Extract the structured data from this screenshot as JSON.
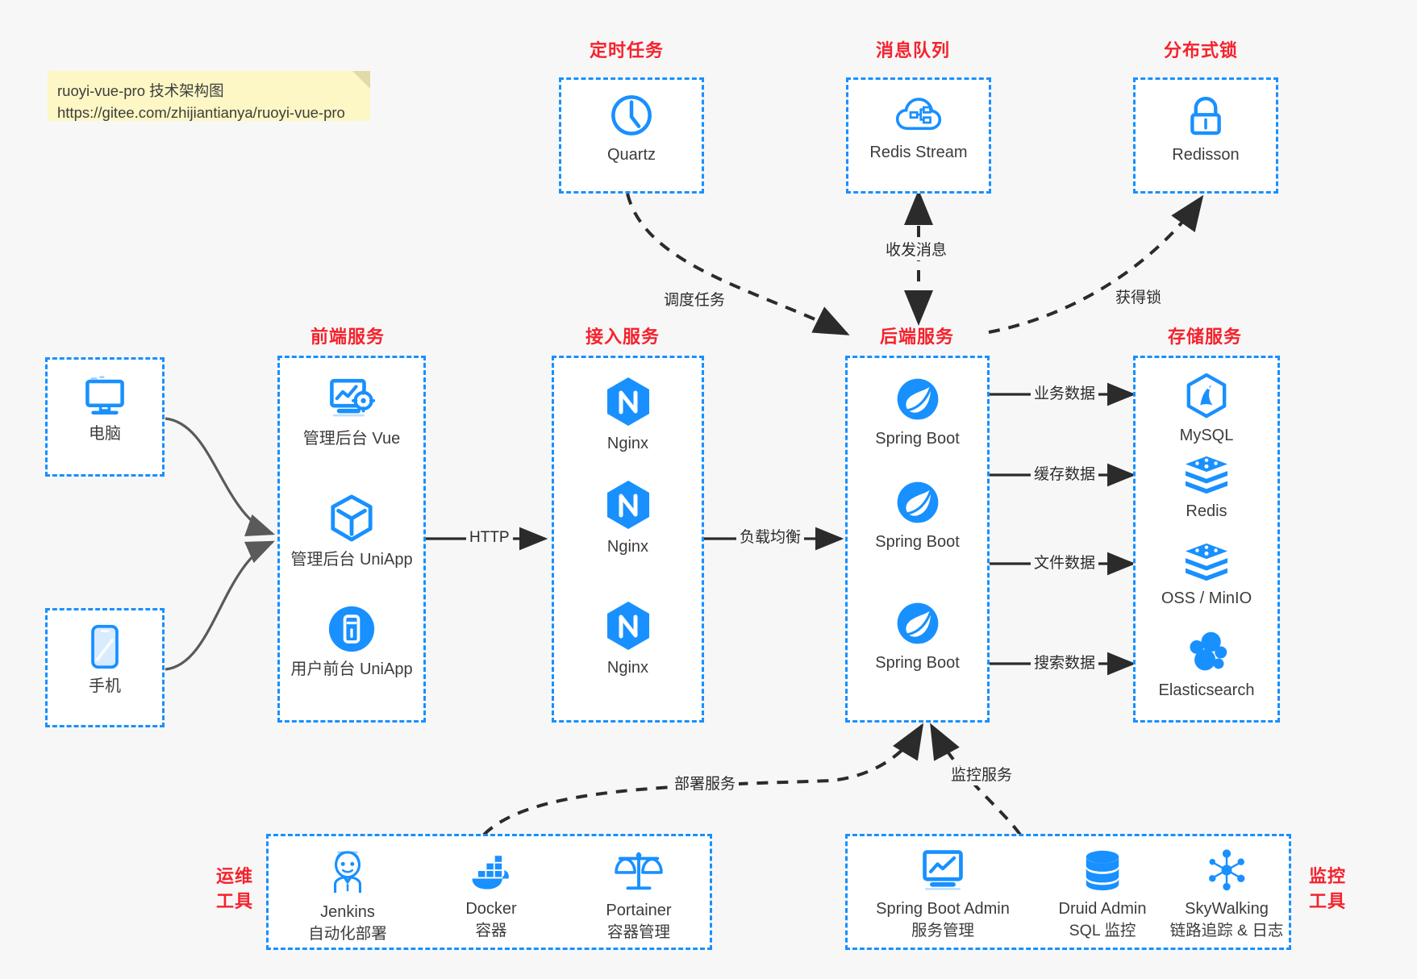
{
  "note": {
    "line1": "ruoyi-vue-pro 技术架构图",
    "line2": "https://gitee.com/zhijiantianya/ruoyi-vue-pro"
  },
  "colors": {
    "accent": "#1890ff",
    "title": "#f5222d",
    "note_bg": "#fcf7c4",
    "canvas_bg": "#f7f7f7",
    "edge": "#3c3c3c",
    "text": "#3c3c3c"
  },
  "groups": {
    "scheduler": {
      "title": "定时任务",
      "items": [
        {
          "label": "Quartz",
          "icon": "clock-icon"
        }
      ]
    },
    "mq": {
      "title": "消息队列",
      "items": [
        {
          "label": "Redis Stream",
          "icon": "cloud-stream-icon"
        }
      ]
    },
    "lock": {
      "title": "分布式锁",
      "items": [
        {
          "label": "Redisson",
          "icon": "lock-icon"
        }
      ]
    },
    "clients": {
      "items": [
        {
          "label": "电脑",
          "icon": "desktop-icon"
        },
        {
          "label": "手机",
          "icon": "mobile-icon"
        }
      ]
    },
    "frontend": {
      "title": "前端服务",
      "items": [
        {
          "label": "管理后台 Vue",
          "icon": "dashboard-settings-icon"
        },
        {
          "label": "管理后台 UniApp",
          "icon": "cube-icon"
        },
        {
          "label": "用户前台 UniApp",
          "icon": "app-circle-icon"
        }
      ]
    },
    "gateway": {
      "title": "接入服务",
      "items": [
        {
          "label": "Nginx",
          "icon": "nginx-icon"
        },
        {
          "label": "Nginx",
          "icon": "nginx-icon"
        },
        {
          "label": "Nginx",
          "icon": "nginx-icon"
        }
      ]
    },
    "backend": {
      "title": "后端服务",
      "items": [
        {
          "label": "Spring Boot",
          "icon": "spring-icon"
        },
        {
          "label": "Spring Boot",
          "icon": "spring-icon"
        },
        {
          "label": "Spring Boot",
          "icon": "spring-icon"
        }
      ]
    },
    "storage": {
      "title": "存储服务",
      "items": [
        {
          "label": "MySQL",
          "icon": "mysql-icon"
        },
        {
          "label": "Redis",
          "icon": "redis-icon"
        },
        {
          "label": "OSS / MinIO",
          "icon": "oss-icon"
        },
        {
          "label": "Elasticsearch",
          "icon": "elasticsearch-icon"
        }
      ]
    },
    "devops": {
      "title_line1": "运维",
      "title_line2": "工具",
      "items": [
        {
          "label": "Jenkins",
          "sub": "自动化部署",
          "icon": "jenkins-icon"
        },
        {
          "label": "Docker",
          "sub": "容器",
          "icon": "docker-icon"
        },
        {
          "label": "Portainer",
          "sub": "容器管理",
          "icon": "scales-icon"
        }
      ]
    },
    "monitor": {
      "title_line1": "监控",
      "title_line2": "工具",
      "items": [
        {
          "label": "Spring Boot Admin",
          "sub": "服务管理",
          "icon": "monitor-chart-icon"
        },
        {
          "label": "Druid Admin",
          "sub": "SQL 监控",
          "icon": "database-icon"
        },
        {
          "label": "SkyWalking",
          "sub": "链路追踪 & 日志",
          "icon": "skywalking-icon"
        }
      ]
    }
  },
  "edges": {
    "http": "HTTP",
    "load_balance": "负载均衡",
    "schedule_task": "调度任务",
    "send_receive_message": "收发消息",
    "acquire_lock": "获得锁",
    "business_data": "业务数据",
    "cache_data": "缓存数据",
    "file_data": "文件数据",
    "search_data": "搜索数据",
    "deploy_service": "部署服务",
    "monitor_service": "监控服务"
  }
}
